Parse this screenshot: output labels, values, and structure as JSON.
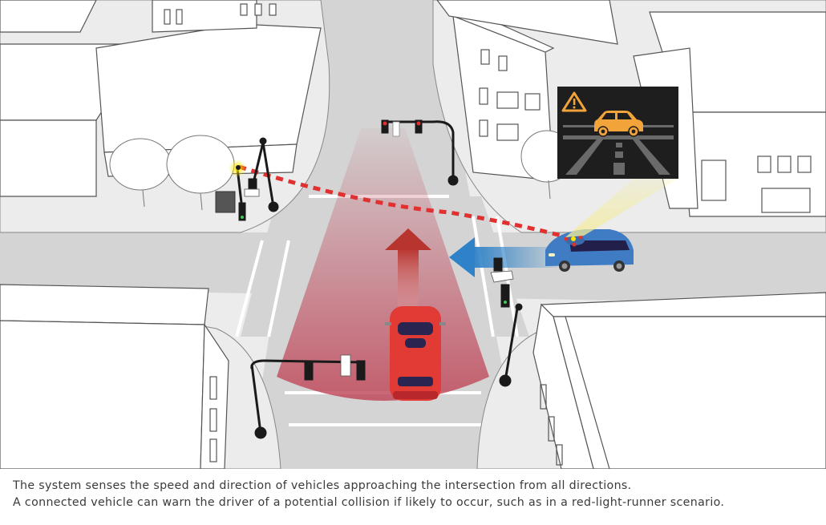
{
  "illustration": {
    "subject": "Connected vehicle intersection safety diagram",
    "colors": {
      "road": "#d4d4d4",
      "sidewalk": "#ececec",
      "building": "#ffffff",
      "building_outline": "#555555",
      "sensor_cone": "#c0485a",
      "red_car": "#e23b36",
      "blue_car": "#3f7cc4",
      "blue_arrow": "#2f82c8",
      "red_arrow": "#b8342e",
      "warning_dashes": "#e03030",
      "display_bg": "#1e1e1e",
      "display_icon": "#f2a33a",
      "display_lanes": "#6a6a6a",
      "traffic_light": "#1a1a1a",
      "signal_green": "#3cc85a",
      "signal_red": "#e0302e"
    },
    "dashboard_display": {
      "warning_icon": "warning-triangle-icon",
      "car_icon": "car-icon"
    }
  },
  "caption": {
    "line1": "The system senses the speed and direction of vehicles approaching the intersection from all directions.",
    "line2": "A connected vehicle can warn the driver of a potential collision if likely to occur, such as in a red-light-runner scenario."
  }
}
